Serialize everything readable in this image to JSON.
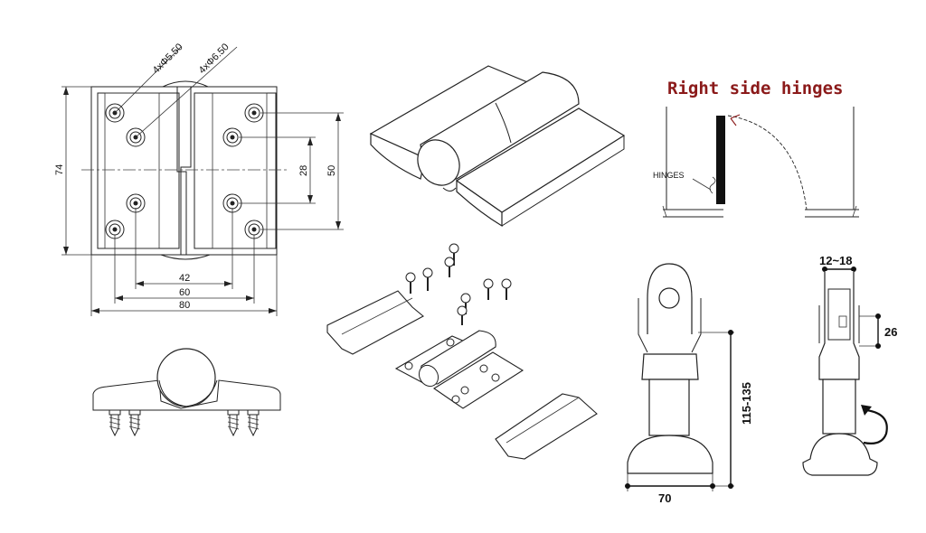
{
  "labels": {
    "hole_spec_small": "4xΦ5.50",
    "hole_spec_large": "4xΦ6.50",
    "height_74": "74",
    "height_50": "50",
    "height_28": "28",
    "width_42": "42",
    "width_60": "60",
    "width_80": "80",
    "right_side_title": "Right side hinges",
    "hinges_label": "HINGES",
    "gap_12_18": "12~18",
    "dim_26": "26",
    "dim_115_135": "115-135",
    "dim_70": "70"
  }
}
